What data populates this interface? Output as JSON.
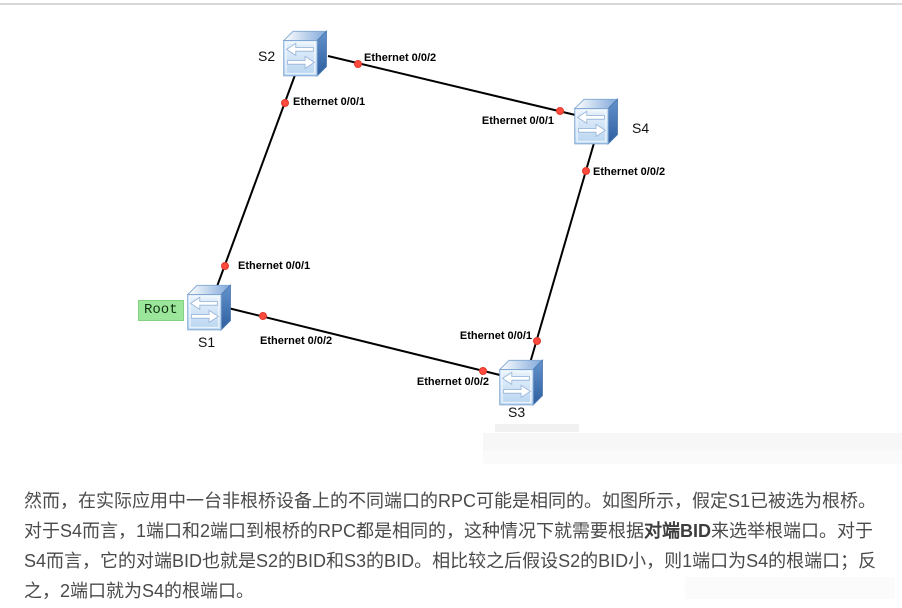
{
  "diagram": {
    "root_badge": "Root",
    "devices": {
      "s1": {
        "label": "S1"
      },
      "s2": {
        "label": "S2"
      },
      "s3": {
        "label": "S3"
      },
      "s4": {
        "label": "S4"
      }
    },
    "ports": {
      "s2_e1": "Ethernet 0/0/1",
      "s2_e2": "Ethernet 0/0/2",
      "s4_e1": "Ethernet 0/0/1",
      "s4_e2": "Ethernet 0/0/2",
      "s1_e1": "Ethernet 0/0/1",
      "s1_e2": "Ethernet 0/0/2",
      "s3_e1": "Ethernet 0/0/1",
      "s3_e2": "Ethernet 0/0/2"
    },
    "links": [
      "S2-S1",
      "S2-S4",
      "S4-S3",
      "S1-S3"
    ],
    "colors": {
      "link_line": "#000000",
      "port_dot": "#ff4a3d",
      "root_badge_bg": "#9ce69c",
      "switch_front": "#cfe2f6",
      "switch_side": "#3f6fae",
      "body_text": "#4a4a4a"
    }
  },
  "article": {
    "lines": {
      "l1": "然而，在实际应用中一台非根桥设备上的不同端口的RPC可能是相同的。如图所示，假定S1已被选为根桥。",
      "l2a": "对于S4而言，1端口和2端口到根桥的RPC都是相同的，这种情况下就需要根据",
      "l2b": "对端BID",
      "l2c": "来选举根端口。对于",
      "l3": "S4而言，它的对端BID也就是S2的BID和S3的BID。相比较之后假设S2的BID小，则1端口为S4的根端口；反",
      "l4": "之，2端口就为S4的根端口。"
    }
  }
}
